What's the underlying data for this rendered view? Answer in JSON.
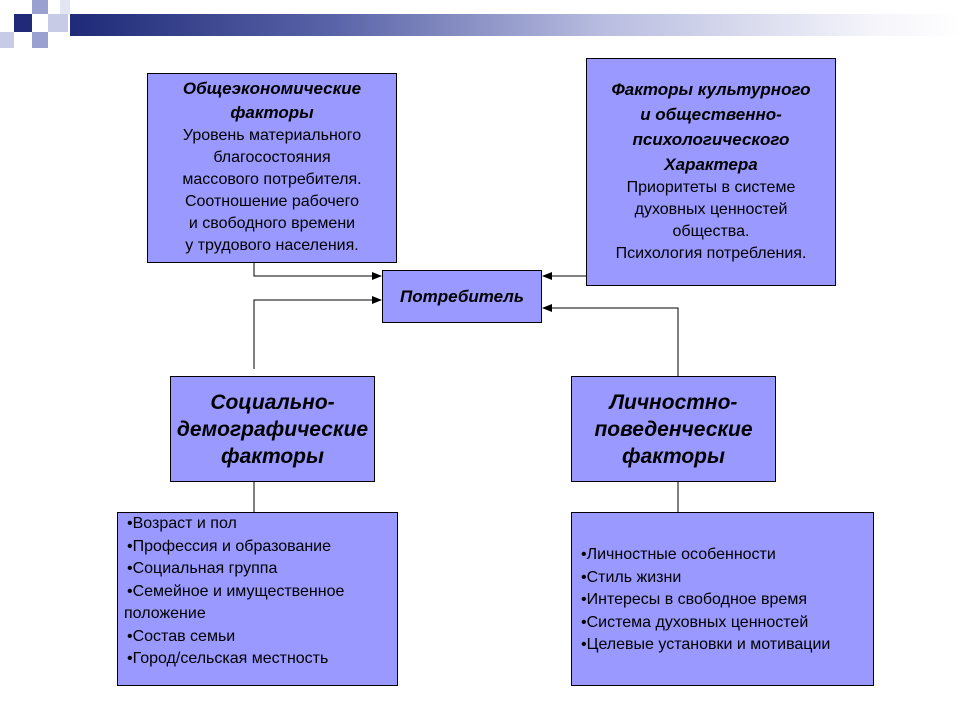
{
  "colors": {
    "box_fill": "#9999ff",
    "accent_navy": "#1f2a78"
  },
  "boxes": {
    "economic": {
      "title_lines": [
        "Общеэкономические",
        "факторы"
      ],
      "body_lines": [
        "Уровень материального",
        "благосостояния",
        "массового потребителя.",
        "Соотношение рабочего",
        "и свободного времени",
        "у трудового населения."
      ]
    },
    "cultural": {
      "title_lines": [
        "Факторы культурного",
        "и общественно-",
        "психологического",
        "Характера"
      ],
      "body_lines": [
        "Приоритеты в системе",
        "духовных ценностей",
        "общества.",
        "Психология потребления."
      ]
    },
    "consumer": {
      "label": "Потребитель"
    },
    "social": {
      "title_lines": [
        "Социально-",
        "демографические",
        "факторы"
      ]
    },
    "personal": {
      "title_lines": [
        "Личностно-",
        "поведенческие",
        "факторы"
      ]
    },
    "social_list": {
      "items": [
        "•Возраст и пол",
        "•Профессия и образование",
        "•Социальная группа",
        "•Семейное и имущественное",
        "положение",
        "•Состав семьи",
        "•Город/сельская местность"
      ]
    },
    "personal_list": {
      "items": [
        "•Личностные особенности",
        "•Стиль жизни",
        "•Интересы в свободное время",
        "•Система духовных ценностей",
        "•Целевые установки и мотивации"
      ]
    }
  }
}
